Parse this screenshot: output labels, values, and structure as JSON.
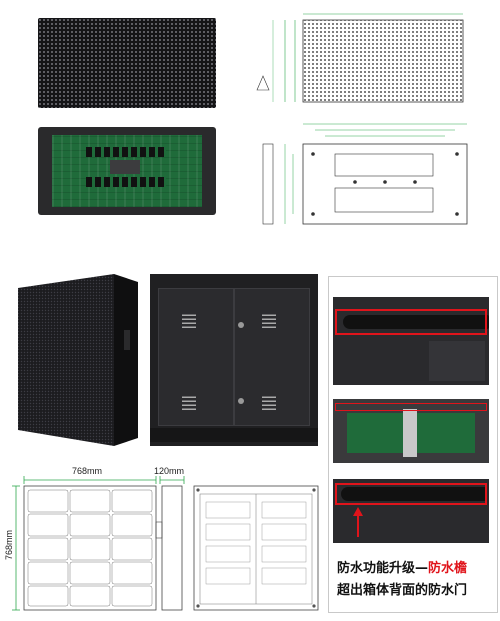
{
  "dimensions": {
    "cabinet_width": "768mm",
    "cabinet_depth": "120mm",
    "cabinet_height": "768mm"
  },
  "caption": {
    "line1_prefix": "防水功能升级—",
    "line1_highlight": "防水檐",
    "line2": "超出箱体背面的防水门"
  },
  "colors": {
    "dimension_green": "#2fa84f",
    "highlight_red": "#e0141b",
    "panel_dark": "#1b1b1d",
    "pcb_green": "#1f6b3a"
  }
}
